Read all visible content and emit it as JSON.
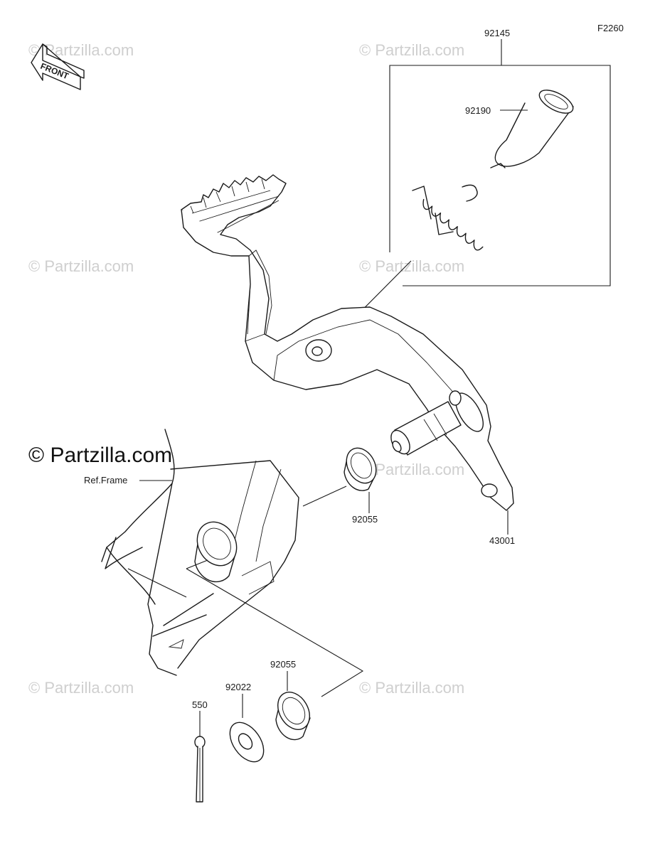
{
  "diagram": {
    "code": "F2260",
    "front_label": "FRONT",
    "ref_label": "Ref.Frame",
    "watermark": "© Partzilla.com",
    "colors": {
      "line": "#1a1a1a",
      "watermark": "#cfcfcf",
      "background": "#ffffff"
    }
  },
  "parts": [
    {
      "id": "p92145",
      "number": "92145",
      "item": "spring-kit"
    },
    {
      "id": "p92190",
      "number": "92190",
      "item": "collar"
    },
    {
      "id": "p43001",
      "number": "43001",
      "item": "brake-pedal"
    },
    {
      "id": "p92055a",
      "number": "92055",
      "item": "seal-upper"
    },
    {
      "id": "p92055b",
      "number": "92055",
      "item": "seal-lower"
    },
    {
      "id": "p92022",
      "number": "92022",
      "item": "washer"
    },
    {
      "id": "p550",
      "number": "550",
      "item": "cotter-pin"
    }
  ]
}
